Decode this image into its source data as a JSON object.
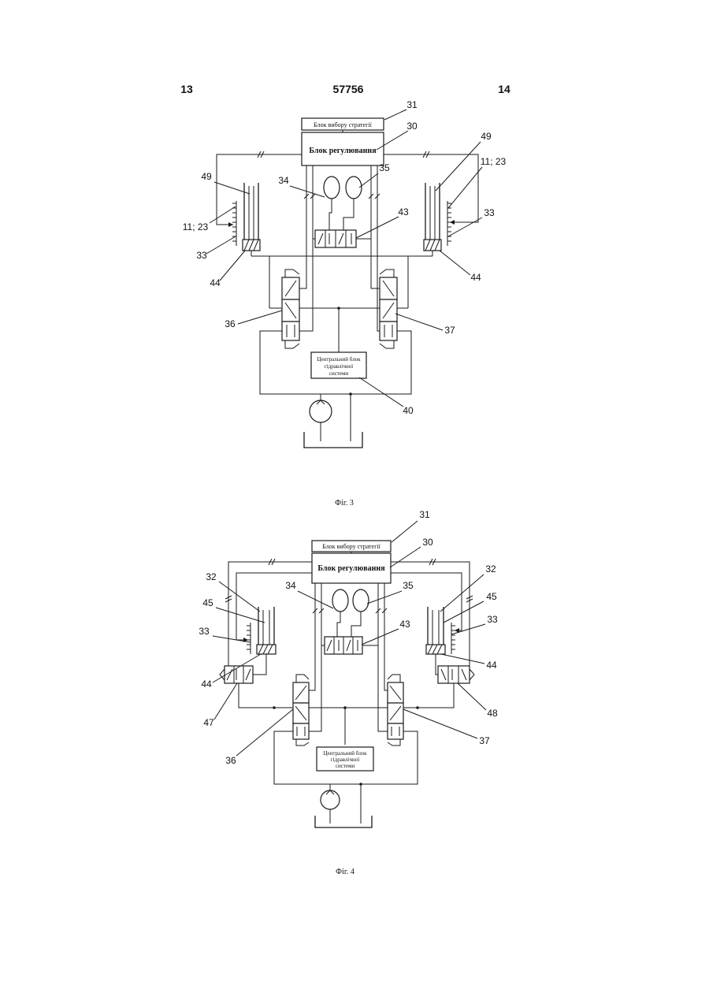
{
  "header": {
    "page_left": "13",
    "document_number": "57756",
    "page_right": "14"
  },
  "fig3": {
    "caption": "Фіг. 3",
    "strategy_block": "Блок вибору стратегії",
    "control_block": "Блок регулювання",
    "central_block": {
      "line1": "Центральний блок",
      "line2": "гідравлічної",
      "line3": "системи"
    },
    "labels": {
      "n31": "31",
      "n30": "30",
      "n49_left": "49",
      "n11_23_left": "11; 23",
      "n33_left": "33",
      "n44_left": "44",
      "n34": "34",
      "n35": "35",
      "n43": "43",
      "n49_right": "49",
      "n11_23_right": "11; 23",
      "n33_right": "33",
      "n44_right": "44",
      "n36": "36",
      "n37": "37",
      "n40": "40"
    }
  },
  "fig4": {
    "caption": "Фіг. 4",
    "strategy_block": "Блок вибору стратегії",
    "control_block": "Блок регулювання",
    "central_block": {
      "line1": "Центральний блок",
      "line2": "гідравлічної",
      "line3": "системи"
    },
    "labels": {
      "n31": "31",
      "n30": "30",
      "n32_left": "32",
      "n45_left": "45",
      "n33_left": "33",
      "n44_left": "44",
      "n34": "34",
      "n35": "35",
      "n43": "43",
      "n32_right": "32",
      "n45_right": "45",
      "n33_right": "33",
      "n44_right": "44",
      "n47": "47",
      "n48": "48",
      "n36": "36",
      "n37": "37"
    }
  }
}
